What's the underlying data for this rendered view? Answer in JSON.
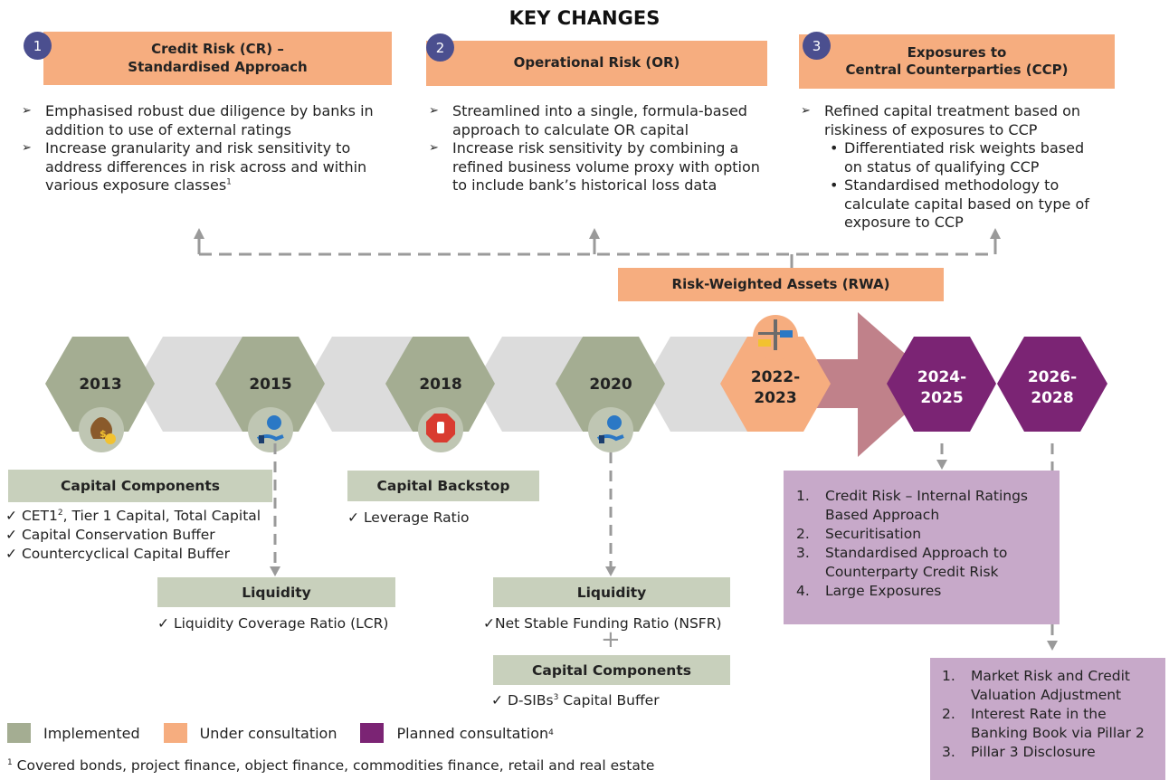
{
  "title": "KEY CHANGES",
  "changes": [
    {
      "number": "1",
      "title_line1": "Credit Risk (CR) –",
      "title_line2": "Standardised Approach",
      "bullets": [
        "Emphasised robust due diligence by banks in addition to use of external ratings",
        "Increase granularity and risk sensitivity to address differences in risk across and within various exposure classes"
      ],
      "bullet2_sup": "1"
    },
    {
      "number": "2",
      "title": "Operational Risk (OR)",
      "bullets": [
        "Streamlined into a single, formula-based approach to calculate OR capital",
        "Increase risk sensitivity by combining a refined business volume proxy with option to include bank’s historical loss data"
      ]
    },
    {
      "number": "3",
      "title_line1": "Exposures to",
      "title_line2": "Central Counterparties (CCP)",
      "bullets": [
        "Refined capital treatment based on riskiness of exposures to CCP"
      ],
      "subbullets": [
        "Differentiated risk weights based on status of qualifying CCP",
        "Standardised methodology to calculate capital based on type of exposure to CCP"
      ]
    }
  ],
  "rwa_label": "Risk-Weighted Assets (RWA)",
  "timeline": [
    {
      "label": "2013",
      "status": "implemented",
      "icon": "money-bag-icon"
    },
    {
      "label": "2015",
      "status": "implemented",
      "icon": "hand-coin-icon"
    },
    {
      "label": "2018",
      "status": "implemented",
      "icon": "stop-hand-icon"
    },
    {
      "label": "2020",
      "status": "implemented",
      "icon": "hand-coin-icon"
    },
    {
      "label_line1": "2022-",
      "label_line2": "2023",
      "status": "under_consultation",
      "icon": "scale-icon"
    },
    {
      "label_line1": "2024-",
      "label_line2": "2025",
      "status": "planned"
    },
    {
      "label_line1": "2026-",
      "label_line2": "2028",
      "status": "planned"
    }
  ],
  "capital_components_2013": {
    "header": "Capital Components",
    "item1_pre": "CET1",
    "item1_sup": "2",
    "item1_post": ", Tier 1 Capital, Total Capital",
    "item2": "Capital Conservation Buffer",
    "item3": "Countercyclical Capital Buffer"
  },
  "capital_backstop_2018": {
    "header": "Capital Backstop",
    "item": "Leverage Ratio"
  },
  "liquidity_2015": {
    "header": "Liquidity",
    "item": "Liquidity Coverage Ratio (LCR)"
  },
  "liquidity_2020": {
    "header": "Liquidity",
    "item": "Net Stable Funding Ratio (NSFR)"
  },
  "plus": "+",
  "capital_components_2020": {
    "header": "Capital Components",
    "item_pre": "D-SIBs",
    "item_sup": "3",
    "item_post": " Capital Buffer"
  },
  "check": "✓",
  "box_2024": [
    {
      "n": "1.",
      "text": "Credit Risk – Internal Ratings Based Approach"
    },
    {
      "n": "2.",
      "text": "Securitisation"
    },
    {
      "n": "3.",
      "text": "Standardised Approach to Counterparty Credit Risk"
    },
    {
      "n": "4.",
      "text": "Large Exposures"
    }
  ],
  "box_2026": [
    {
      "n": "1.",
      "text": "Market Risk and Credit Valuation Adjustment"
    },
    {
      "n": "2.",
      "text": "Interest Rate in the Banking Book via Pillar 2"
    },
    {
      "n": "3.",
      "text": "Pillar 3 Disclosure"
    }
  ],
  "legend": {
    "implemented": "Implemented",
    "under": "Under consultation",
    "planned": "Planned consultation",
    "planned_sup": "4"
  },
  "footnote": {
    "sup": "1",
    "text": "Covered bonds, project finance, object finance, commodities finance, retail and real estate"
  },
  "icon_coin_text": "$",
  "colors": {
    "implemented": "#a4ad92",
    "under": "#f6ad7f",
    "planned": "#7b2474",
    "connector": "#dcdcdc",
    "arrow": "#c0818a",
    "number_circle": "#4b4f8f"
  }
}
